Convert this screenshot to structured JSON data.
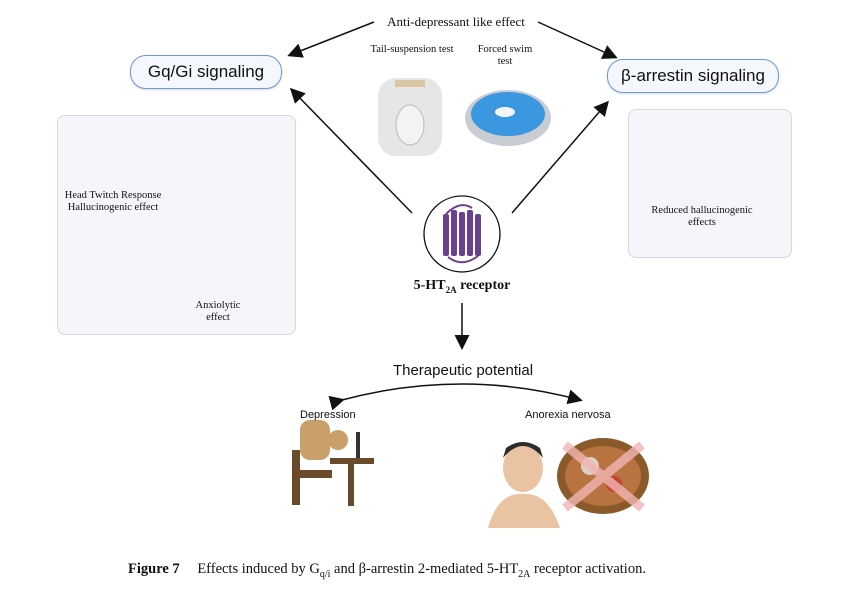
{
  "top_label": "Anti-depressant like effect",
  "left_signal": "Gq/Gi signaling",
  "right_signal": "β-arrestin signaling",
  "tests": {
    "tail": "Tail-suspension test",
    "swim": "Forced swim test"
  },
  "left_panel": {
    "head_twitch": "Head Twitch Response Hallucinogenic effect",
    "anxiolytic": "Anxiolytic effect"
  },
  "right_panel": {
    "reduced": "Reduced hallucinogenic effects"
  },
  "receptor": {
    "prefix": "5-HT",
    "sub": "2A",
    "suffix": " receptor"
  },
  "therapeutic": {
    "title": "Therapeutic potential",
    "depression": "Depression",
    "anorexia": "Anorexia nervosa"
  },
  "caption": {
    "label": "Figure 7",
    "t1": "Effects induced by G",
    "s1": "q/i",
    "t2": " and β-arrestin 2-mediated 5-HT",
    "s2": "2A",
    "t3": " receptor activation."
  },
  "colors": {
    "accent": "#6b9ad6",
    "receptor": "#6b3f8f",
    "panel_bg": "#f5f6fa"
  }
}
